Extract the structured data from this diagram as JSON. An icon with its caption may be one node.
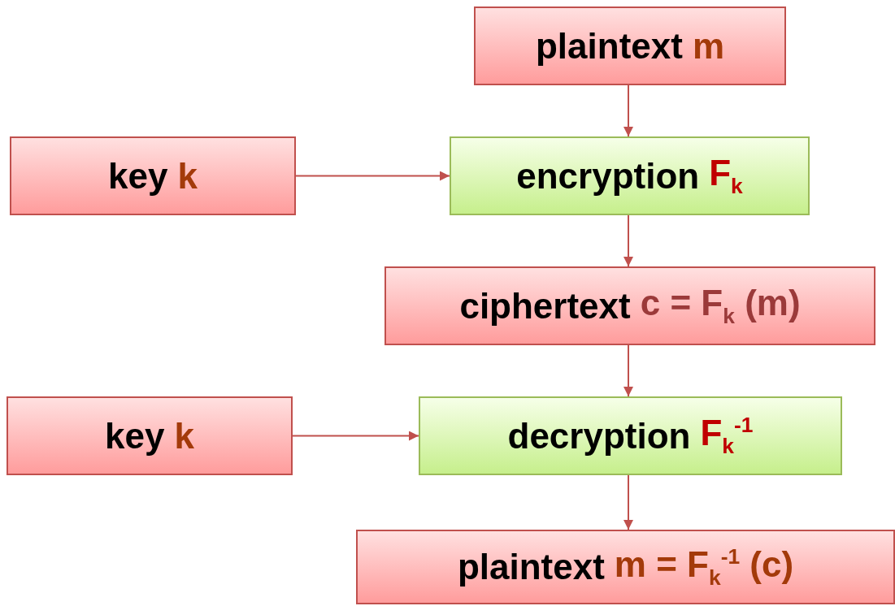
{
  "diagram": {
    "nodes": [
      {
        "text": [
          "plaintext",
          "m"
        ]
      },
      {
        "text": [
          "key",
          "k"
        ]
      },
      {
        "text": [
          "encryption",
          "F$_{k}$"
        ]
      },
      {
        "text": [
          "ciphertext",
          "c = F$_{k}$ (m)"
        ]
      },
      {
        "text": [
          "key",
          "k"
        ]
      },
      {
        "text": [
          "decryption",
          "F$_{k}$$^{-1}$"
        ]
      },
      {
        "text": [
          "plaintext",
          "m = F$_{k}$$^{-1}$ (c)"
        ]
      }
    ],
    "edges": [
      {
        "from": 0,
        "to": 2,
        "arrow": "to"
      },
      {
        "from": 1,
        "to": 2,
        "arrow": "to"
      },
      {
        "from": 2,
        "to": 3,
        "arrow": "to"
      },
      {
        "from": 3,
        "to": 5,
        "arrow": "to"
      },
      {
        "from": 4,
        "to": 5,
        "arrow": "to"
      },
      {
        "from": 5,
        "to": 6,
        "arrow": "to"
      }
    ]
  }
}
